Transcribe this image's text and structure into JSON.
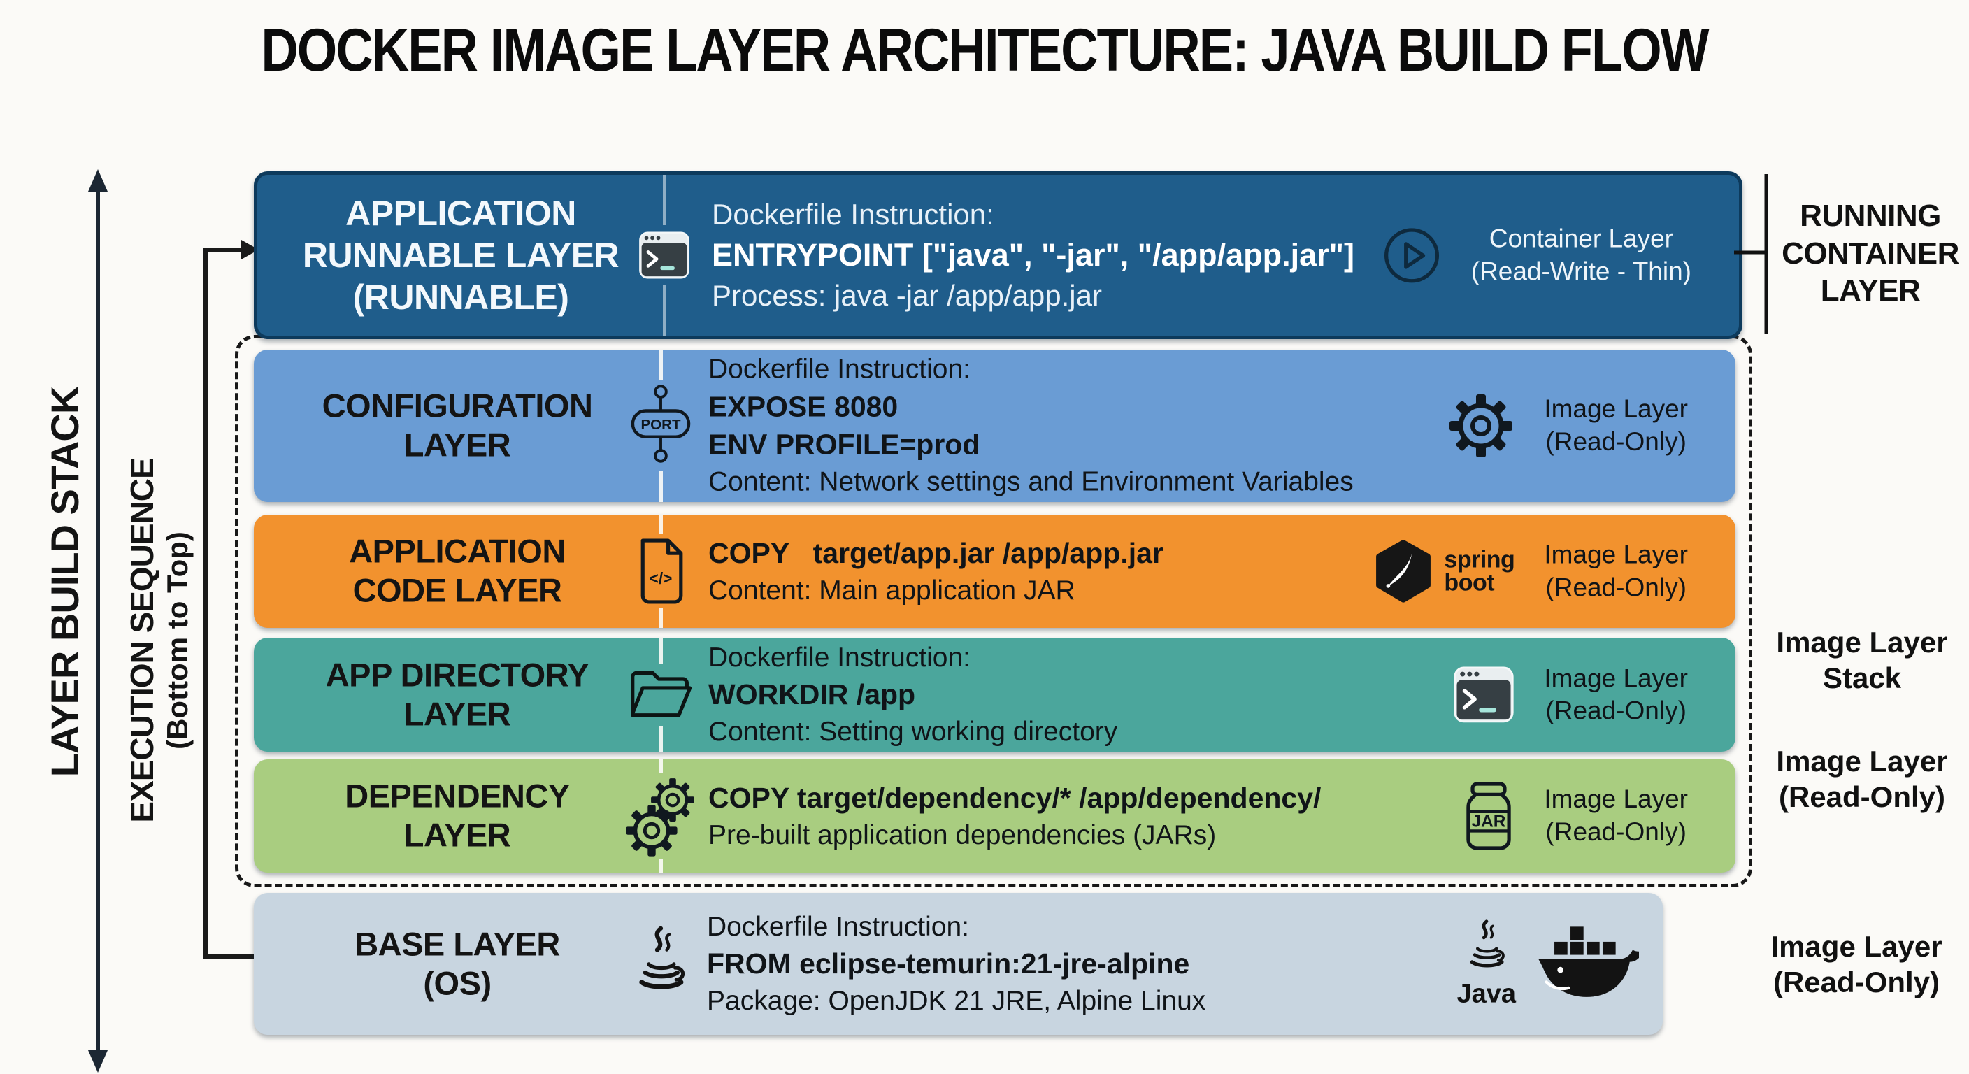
{
  "title": "DOCKER IMAGE LAYER ARCHITECTURE: JAVA BUILD FLOW",
  "left_rail": {
    "build_stack_label": "LAYER BUILD STACK",
    "execution_label": "EXECUTION SEQUENCE",
    "execution_sublabel": "(Bottom to Top)"
  },
  "annotations": {
    "running_container_lines": [
      "RUNNING",
      "CONTAINER",
      "LAYER"
    ],
    "image_layer_stack_lines": [
      "Image Layer",
      "Stack"
    ],
    "dependency_outside_lines": [
      "Image Layer",
      "(Read-Only)"
    ],
    "base_outside_lines": [
      "Image Layer",
      "(Read-Only)"
    ]
  },
  "colors": {
    "runnable": "#1f5d8b",
    "runnable_border": "#0d3a5c",
    "configuration": "#6a9cd4",
    "app_code": "#f2922e",
    "app_directory": "#4ba69c",
    "dependency": "#a9cd80",
    "base": "#c8d5e0",
    "arrow": "#1c2733"
  },
  "icon_texts": {
    "port": "PORT",
    "jar": "JAR",
    "code": "</>",
    "spring_line1": "spring",
    "spring_line2": "boot",
    "java": "Java"
  },
  "layers": [
    {
      "name": "Application Runnable Layer",
      "label_lines": [
        "APPLICATION",
        "RUNNABLE LAYER",
        "(RUNNABLE)"
      ],
      "color": "#1f5d8b",
      "lines": [
        {
          "text": "Dockerfile Instruction:",
          "bold": false
        },
        {
          "text": "ENTRYPOINT [\"java\", \"-jar\", \"/app/app.jar\"]",
          "bold": true
        },
        {
          "text": "Process: java -jar /app/app.jar",
          "bold": false
        }
      ],
      "badge_lines": [
        "Container Layer",
        "(Read-Write - Thin)"
      ]
    },
    {
      "name": "Configuration Layer",
      "label_lines": [
        "CONFIGURATION",
        "LAYER"
      ],
      "color": "#6a9cd4",
      "lines": [
        {
          "text": "Dockerfile Instruction:",
          "bold": false
        },
        {
          "text": "EXPOSE 8080",
          "bold": true
        },
        {
          "text": "ENV PROFILE=prod",
          "bold": true
        },
        {
          "text": "Content: Network settings and Environment Variables",
          "bold": false
        }
      ],
      "badge_lines": [
        "Image Layer",
        "(Read-Only)"
      ]
    },
    {
      "name": "Application Code Layer",
      "label_lines": [
        "APPLICATION",
        "CODE LAYER"
      ],
      "color": "#f2922e",
      "lines": [
        {
          "text": "COPY   target/app.jar /app/app.jar",
          "bold": true
        },
        {
          "text": "Content: Main application JAR",
          "bold": false
        }
      ],
      "badge_lines": [
        "Image Layer",
        "(Read-Only)"
      ]
    },
    {
      "name": "App Directory Layer",
      "label_lines": [
        "APP DIRECTORY",
        "LAYER"
      ],
      "color": "#4ba69c",
      "lines": [
        {
          "text": "Dockerfile Instruction:",
          "bold": false
        },
        {
          "text": "WORKDIR /app",
          "bold": true
        },
        {
          "text": "Content: Setting working directory",
          "bold": false
        }
      ],
      "badge_lines": [
        "Image Layer",
        "(Read-Only)"
      ]
    },
    {
      "name": "Dependency Layer",
      "label_lines": [
        "DEPENDENCY",
        "LAYER"
      ],
      "color": "#a9cd80",
      "lines": [
        {
          "text": "COPY target/dependency/* /app/dependency/",
          "bold": true
        },
        {
          "text": "Pre-built application dependencies (JARs)",
          "bold": false
        }
      ],
      "badge_lines": [
        "Image Layer",
        "(Read-Only)"
      ]
    },
    {
      "name": "Base Layer",
      "label_lines": [
        "BASE LAYER",
        "(OS)"
      ],
      "color": "#c8d5e0",
      "lines": [
        {
          "text": "Dockerfile Instruction:",
          "bold": false
        },
        {
          "text": "FROM eclipse-temurin:21-jre-alpine",
          "bold": true
        },
        {
          "text": "Package: OpenJDK 21 JRE, Alpine Linux",
          "bold": false
        }
      ]
    }
  ]
}
